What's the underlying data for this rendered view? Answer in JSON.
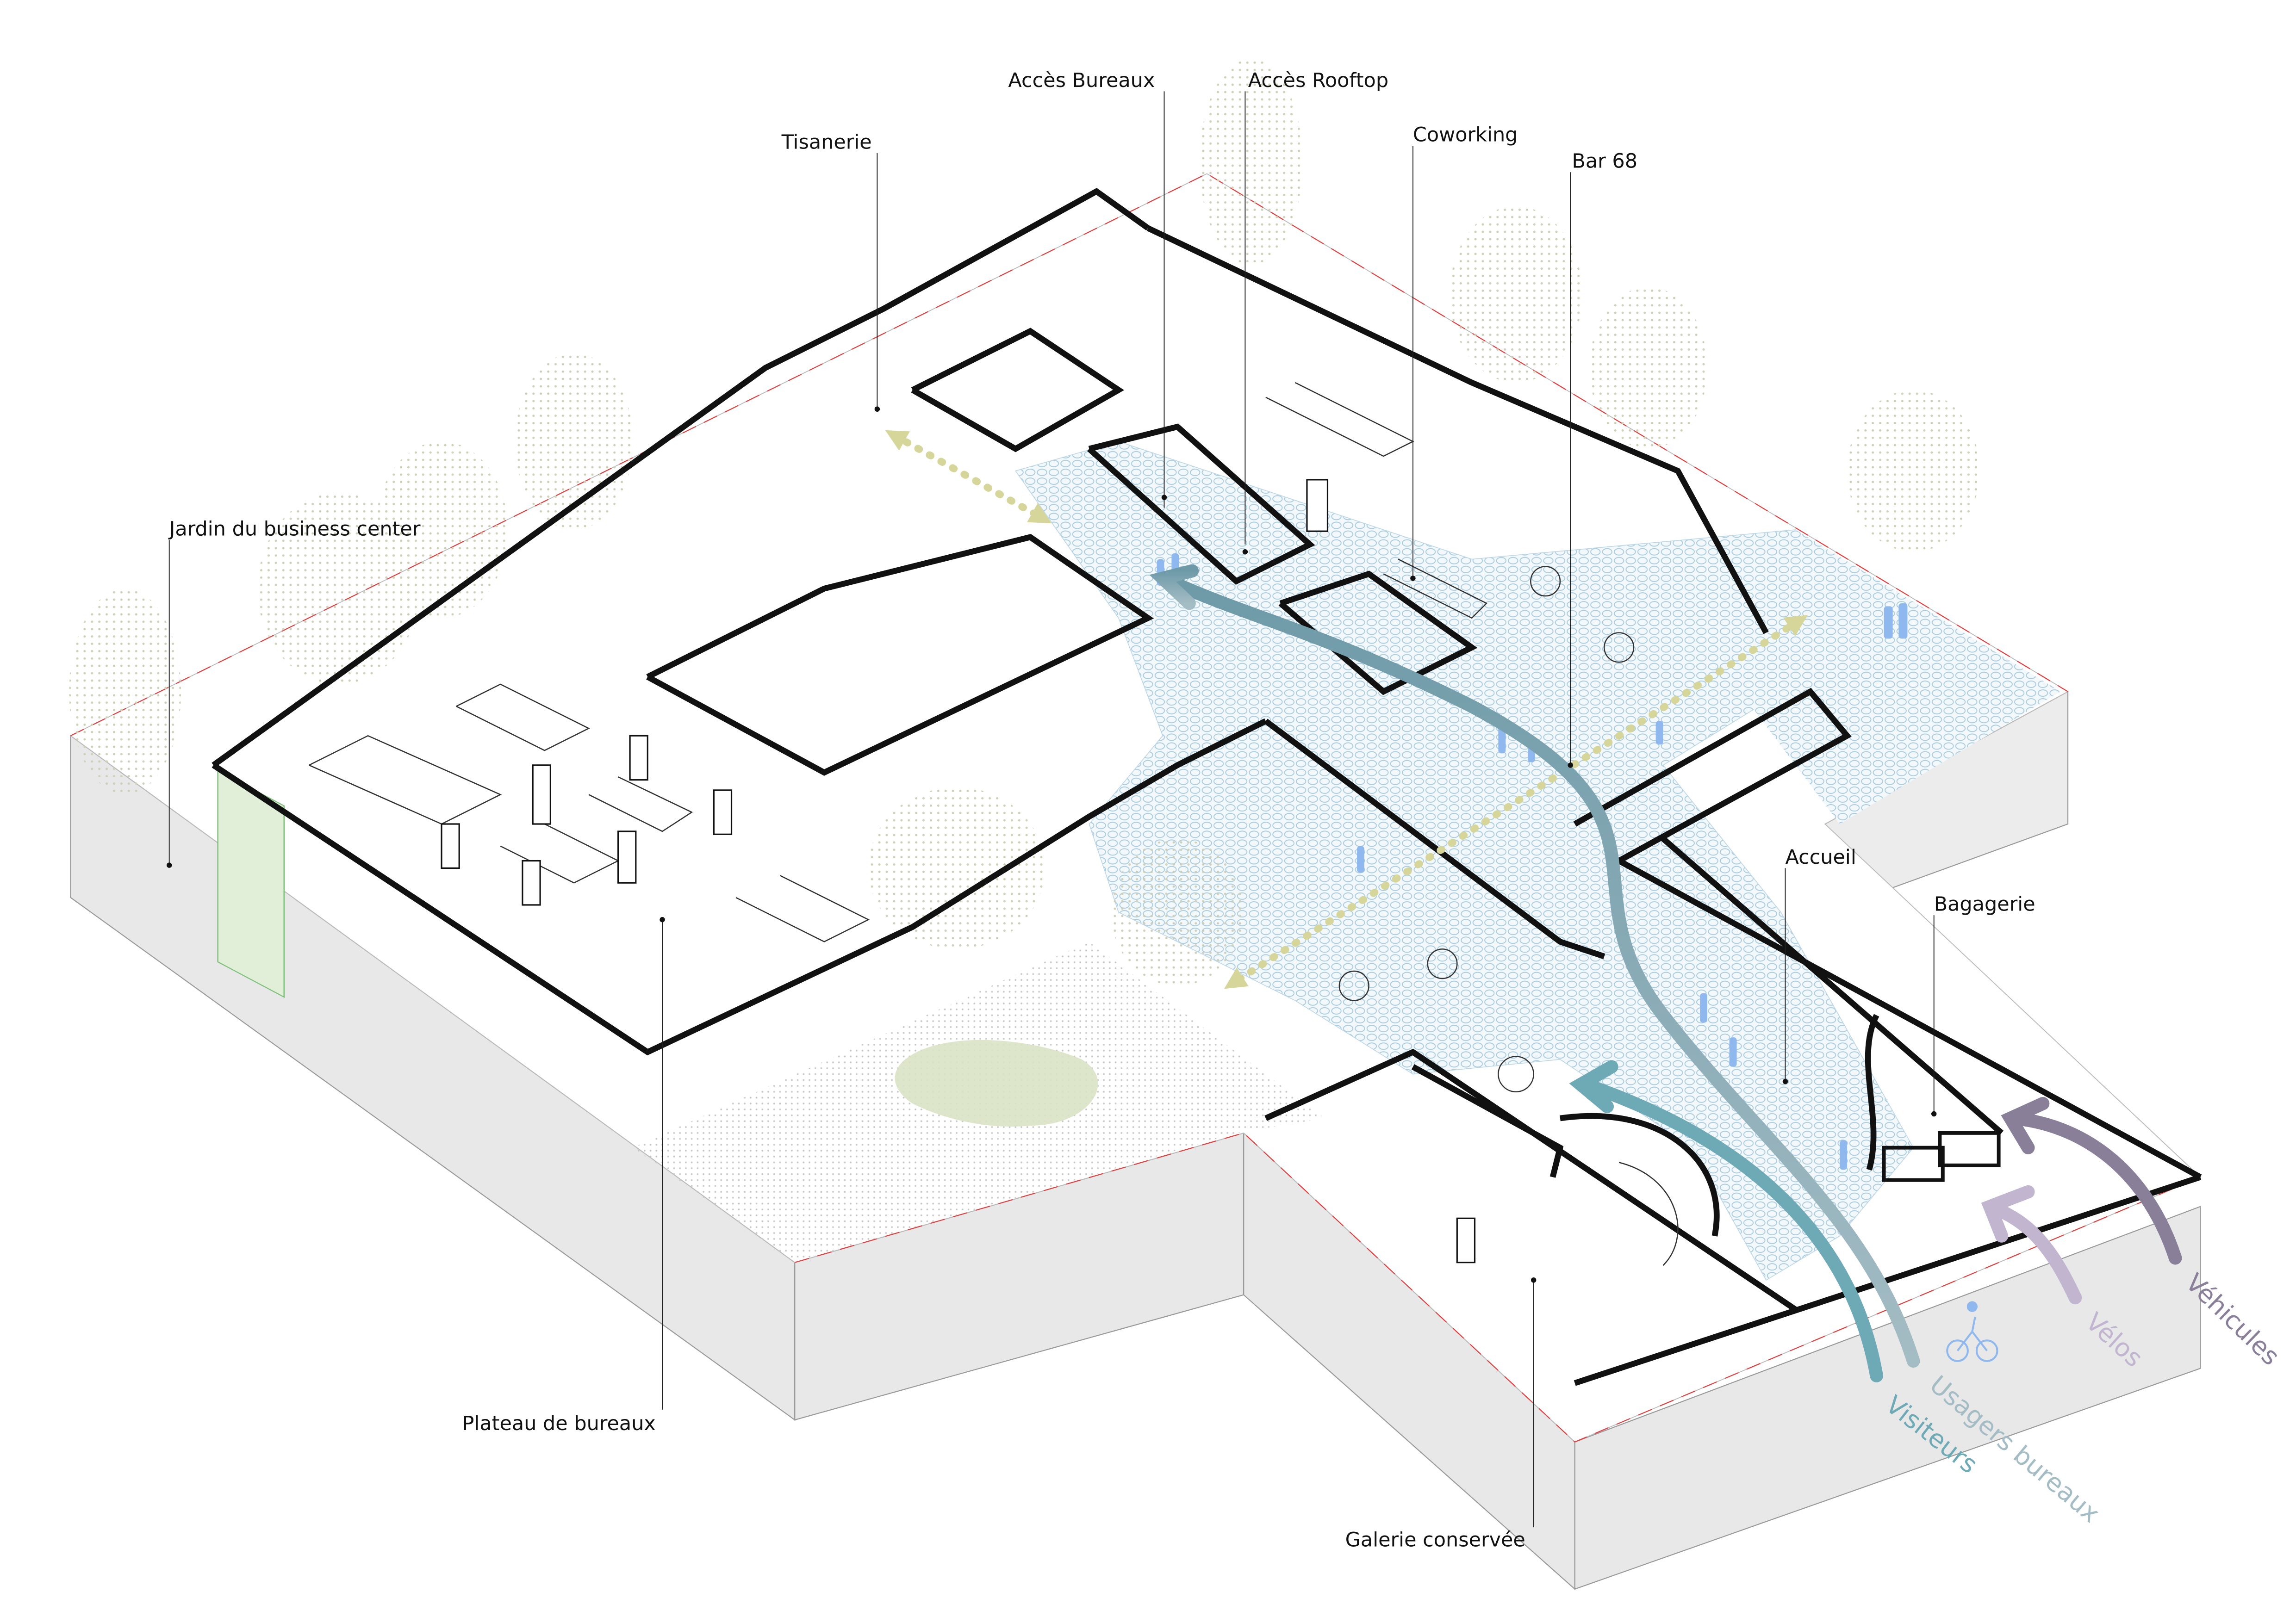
{
  "title_labels": {
    "acces_bureaux": "Accès Bureaux",
    "acces_rooftop": "Accès Rooftop",
    "tisanerie": "Tisanerie",
    "coworking": "Coworking",
    "bar68": "Bar 68",
    "jardin": "Jardin du business center",
    "accueil": "Accueil",
    "bagagerie": "Bagagerie",
    "plateau": "Plateau de bureaux",
    "galerie": "Galerie conservée"
  },
  "flows": {
    "visiteurs": "Visiteurs",
    "usagers": "Usagers bureaux",
    "velos": "Vélos",
    "vehicules": "Véhicules"
  },
  "colors": {
    "visiteurs": "#6eaab6",
    "usagers": "#a4bcc4",
    "velos": "#c2b5cf",
    "vehicules": "#8a7f98",
    "circulation": "#d6d69a",
    "paving": "#cfe3ee",
    "people": "#8fb8ee"
  }
}
